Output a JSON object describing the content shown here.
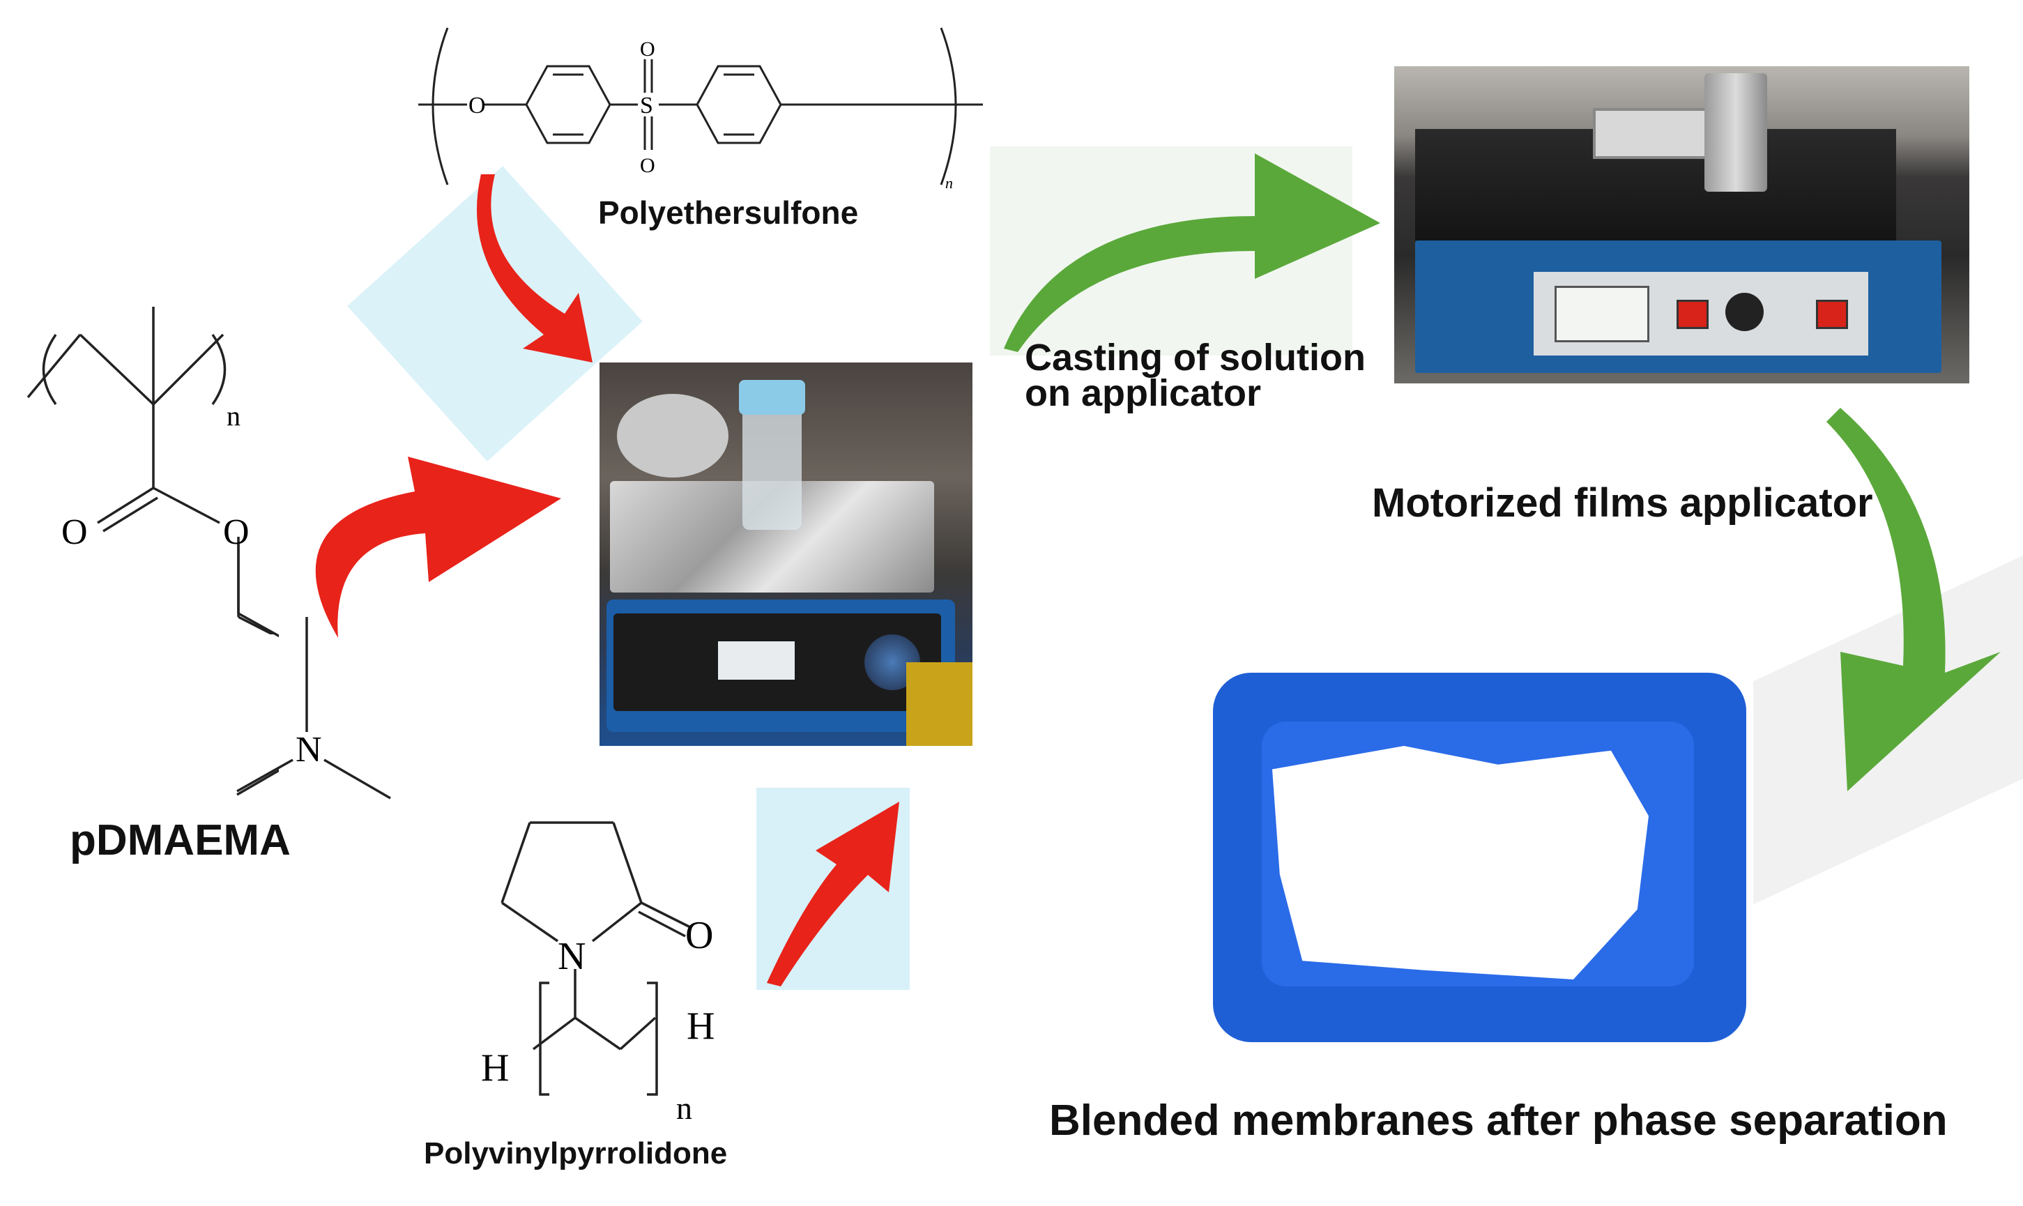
{
  "labels": {
    "pes": "Polyethersulfone",
    "pdmaema": "pDMAEMA",
    "pvp": "Polyvinylpyrrolidone",
    "casting_line1": "Casting of solution",
    "casting_line2": "on applicator",
    "applicator": "Motorized films applicator",
    "membranes": "Blended membranes after phase separation"
  },
  "atoms": {
    "O": "O",
    "S": "S",
    "N": "N",
    "H": "H",
    "n": "n"
  },
  "colors": {
    "red_arrow": "#e8231a",
    "green_arrow": "#5aa83a",
    "highlight_bg": "#d8f1f8",
    "tray_blue": "#1f5fd6"
  },
  "icons": {
    "red_arrow": "curved-red-arrow",
    "green_arrow": "curved-green-arrow"
  }
}
